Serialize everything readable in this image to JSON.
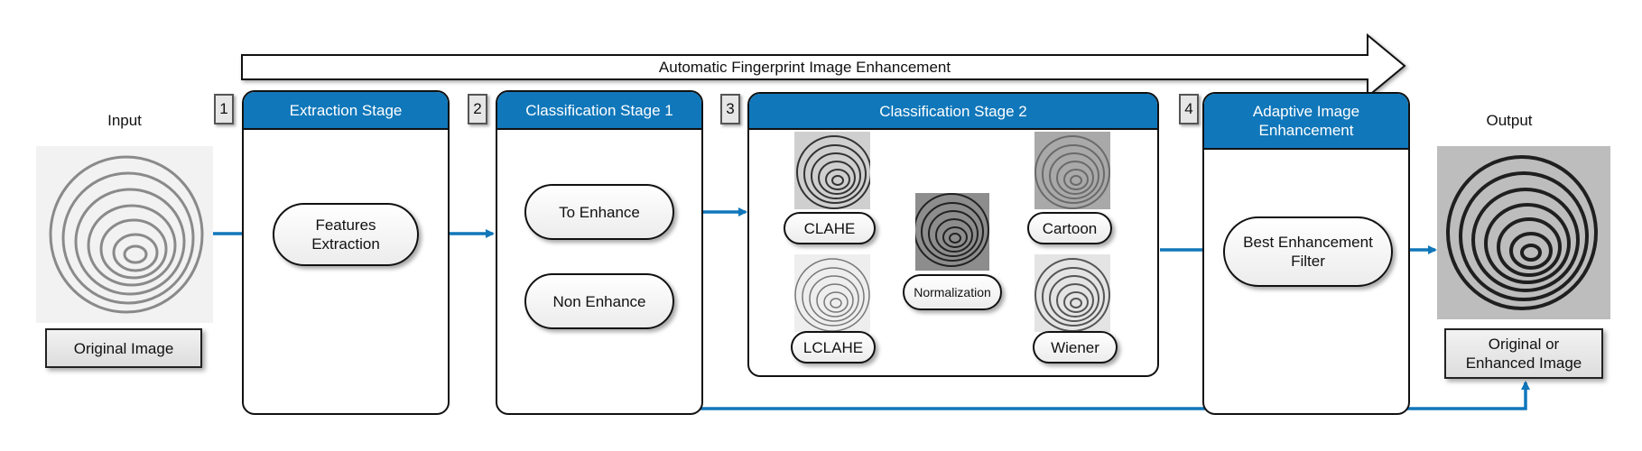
{
  "banner": {
    "title": "Automatic Fingerprint Image Enhancement"
  },
  "input": {
    "heading": "Input",
    "caption": "Original Image"
  },
  "output": {
    "heading": "Output",
    "caption_line1": "Original or",
    "caption_line2": "Enhanced Image"
  },
  "stages": [
    {
      "number": "1",
      "title": "Extraction Stage"
    },
    {
      "number": "2",
      "title": "Classification Stage 1"
    },
    {
      "number": "3",
      "title": "Classification Stage 2"
    },
    {
      "number": "4",
      "title_line1": "Adaptive Image",
      "title_line2": "Enhancement"
    }
  ],
  "extraction": {
    "node_line1": "Features",
    "node_line2": "Extraction"
  },
  "classification1": {
    "to_enhance": "To Enhance",
    "non_enhance": "Non Enhance"
  },
  "classification2": {
    "filters": [
      "CLAHE",
      "Cartoon",
      "Normalization",
      "LCLAHE",
      "Wiener"
    ]
  },
  "adaptive": {
    "node_line1": "Best Enhancement",
    "node_line2": "Filter"
  },
  "colors": {
    "accent": "#1077ba",
    "stroke": "#111111",
    "arrow": "#1077ba"
  },
  "icons": {
    "fingerprint": "fingerprint-image",
    "arrow": "flow-arrow"
  }
}
